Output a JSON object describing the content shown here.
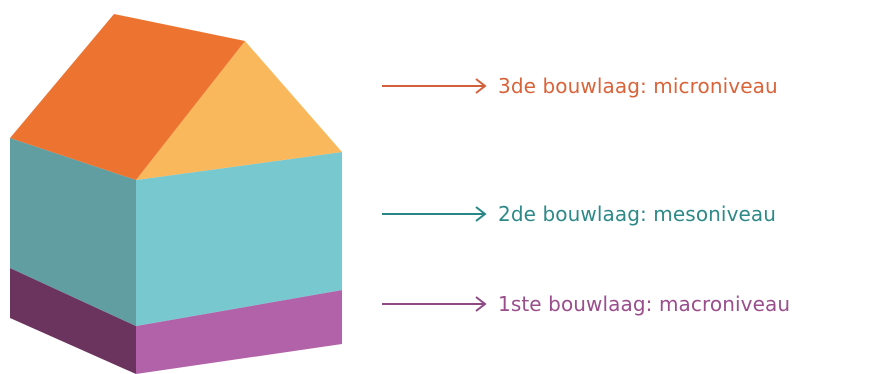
{
  "layers": [
    {
      "key": "micro",
      "label": "3de bouwlaag: microniveau",
      "text_color": "#D9643A",
      "arrow_color": "#D2603A",
      "shape_colors": {
        "roof_left": "#EC7430",
        "roof_gable": "#FAB85C"
      }
    },
    {
      "key": "meso",
      "label": "2de bouwlaag: mesoniveau",
      "text_color": "#2E8A88",
      "arrow_color": "#2A8686",
      "shape_colors": {
        "left": "#609EA1",
        "front": "#78C8D0"
      }
    },
    {
      "key": "macro",
      "label": "1ste bouwlaag: macroniveau",
      "text_color": "#9A4E8C",
      "arrow_color": "#8E4A84",
      "shape_colors": {
        "left": "#6B345E",
        "front": "#B262A8"
      }
    }
  ]
}
